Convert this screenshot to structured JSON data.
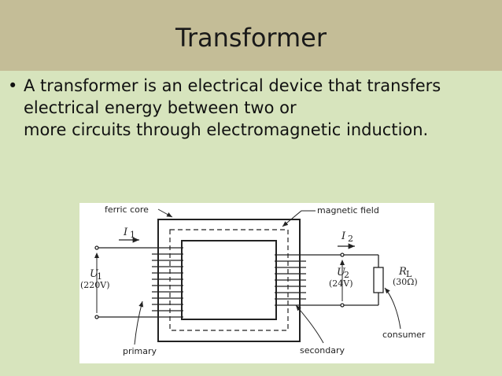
{
  "slide": {
    "title": "Transformer",
    "bullet_symbol": "•",
    "bullet_lines": [
      "A transformer is an electrical device that transfers",
      "electrical energy between two or",
      "more circuits through electromagnetic induction."
    ]
  },
  "diagram": {
    "labels": {
      "ferric_core": "ferric core",
      "magnetic_field": "magnetic field",
      "primary": "primary",
      "secondary": "secondary",
      "consumer": "consumer"
    },
    "primary_current": {
      "symbol": "I",
      "sub": "1"
    },
    "secondary_current": {
      "symbol": "I",
      "sub": "2"
    },
    "primary_voltage": {
      "symbol": "U",
      "sub": "1",
      "value": "(220V)"
    },
    "secondary_voltage": {
      "symbol": "U",
      "sub": "2",
      "value": "(24V)"
    },
    "load": {
      "symbol": "R",
      "sub": "L",
      "value": "(30Ω)"
    }
  },
  "colors": {
    "title_bar": "#c4bd97",
    "background": "#d7e4bd",
    "diagram_bg": "#ffffff"
  }
}
